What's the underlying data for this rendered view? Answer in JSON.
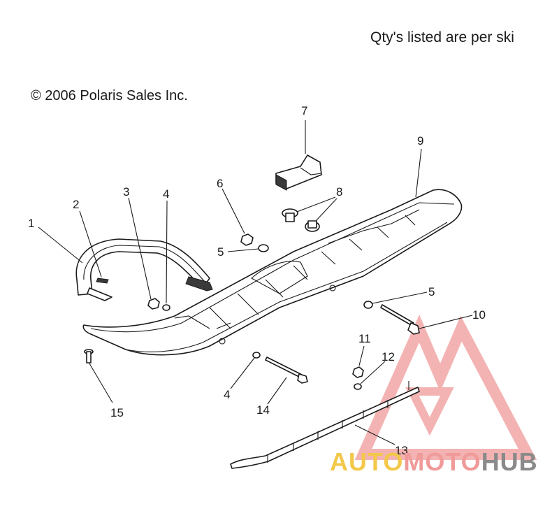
{
  "notes": {
    "qty": "Qty's listed are per ski",
    "copyright": "© 2006 Polaris Sales Inc."
  },
  "callouts": [
    "1",
    "2",
    "3",
    "4",
    "4",
    "5",
    "5",
    "6",
    "7",
    "8",
    "9",
    "10",
    "11",
    "12",
    "13",
    "14",
    "15"
  ],
  "watermark": {
    "part1": "AUTO",
    "part2": "MOTO",
    "part3": "HUB",
    "colors": {
      "yellow": "#f3c84a",
      "red": "#f09a9a",
      "gray": "#8a8a8a"
    }
  }
}
